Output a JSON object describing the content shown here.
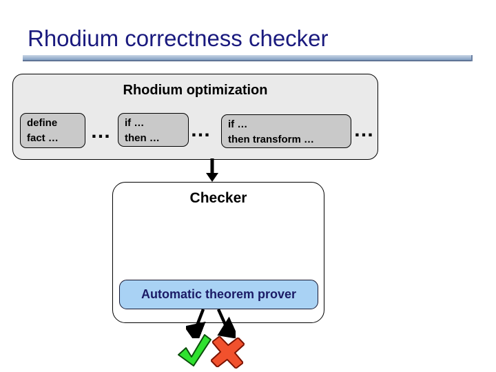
{
  "slide": {
    "title": "Rhodium correctness checker"
  },
  "optimization": {
    "title": "Rhodium optimization",
    "ellipsis": "…",
    "boxes": [
      {
        "line1": "define",
        "line2": "fact …"
      },
      {
        "line1": "if  …",
        "line2": "then  …"
      },
      {
        "line1": "if  …",
        "line2": "then transform …"
      }
    ]
  },
  "checker": {
    "title": "Checker",
    "prover_label": "Automatic theorem prover"
  },
  "icons": {
    "down_arrow": "flow-arrow-down",
    "result_arrows": "diverging-result-arrows",
    "check": "success-check-icon",
    "cross": "failure-cross-icon"
  },
  "colors": {
    "title_navy": "#1a1a7e",
    "rule_gradient_top": "#c7d3e4",
    "rule_gradient_bottom": "#36466b",
    "outer_box_fill": "#eaeaea",
    "inner_box_fill": "#c9c9c9",
    "checker_fill": "#ffffff",
    "prover_fill": "#a9d2f4",
    "prover_text": "#1b1b66",
    "check_green": "#2fe12f",
    "cross_red": "#f1512d"
  }
}
